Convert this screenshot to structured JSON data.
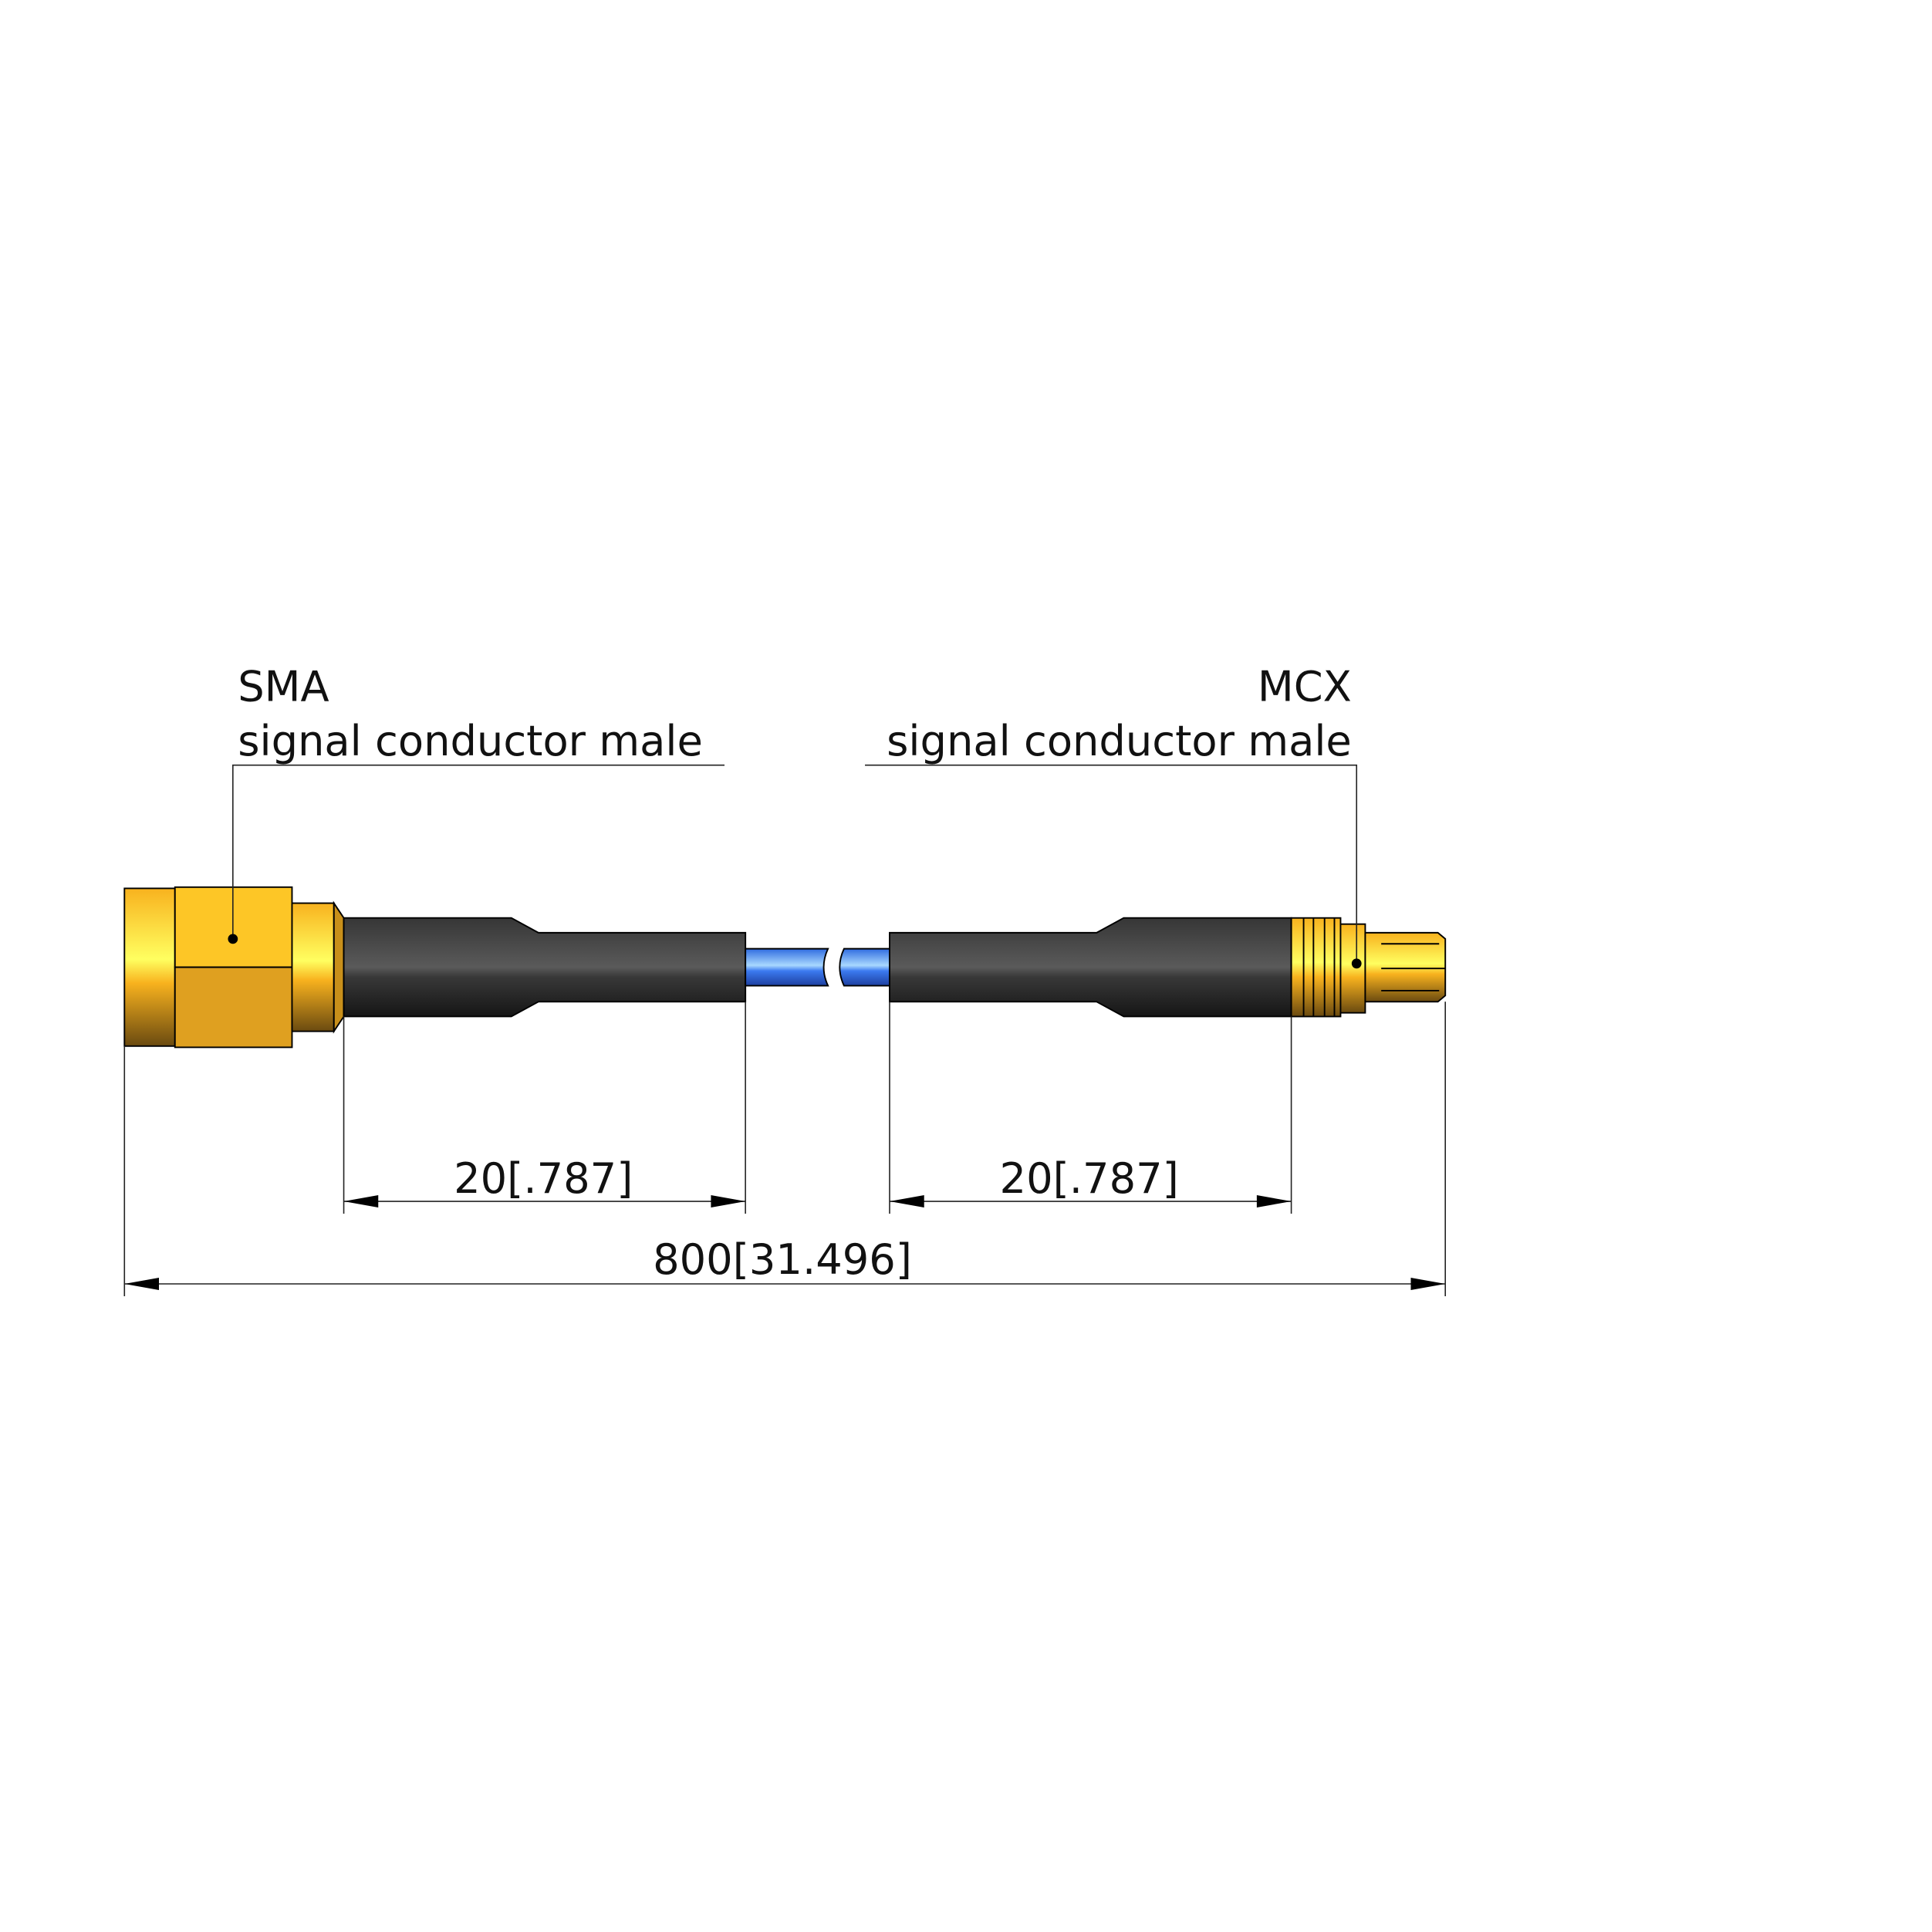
{
  "left_connector": {
    "type": "SMA",
    "description": "signal conductor male"
  },
  "right_connector": {
    "type": "MCX",
    "description": "signal conductor male"
  },
  "dimensions": {
    "left_boot": "20[.787]",
    "right_boot": "20[.787]",
    "overall": "800[31.496]"
  },
  "colors": {
    "gold": "#F5B81C",
    "cable_jacket": "#333333",
    "cable_blue": "#2F6BE0"
  }
}
